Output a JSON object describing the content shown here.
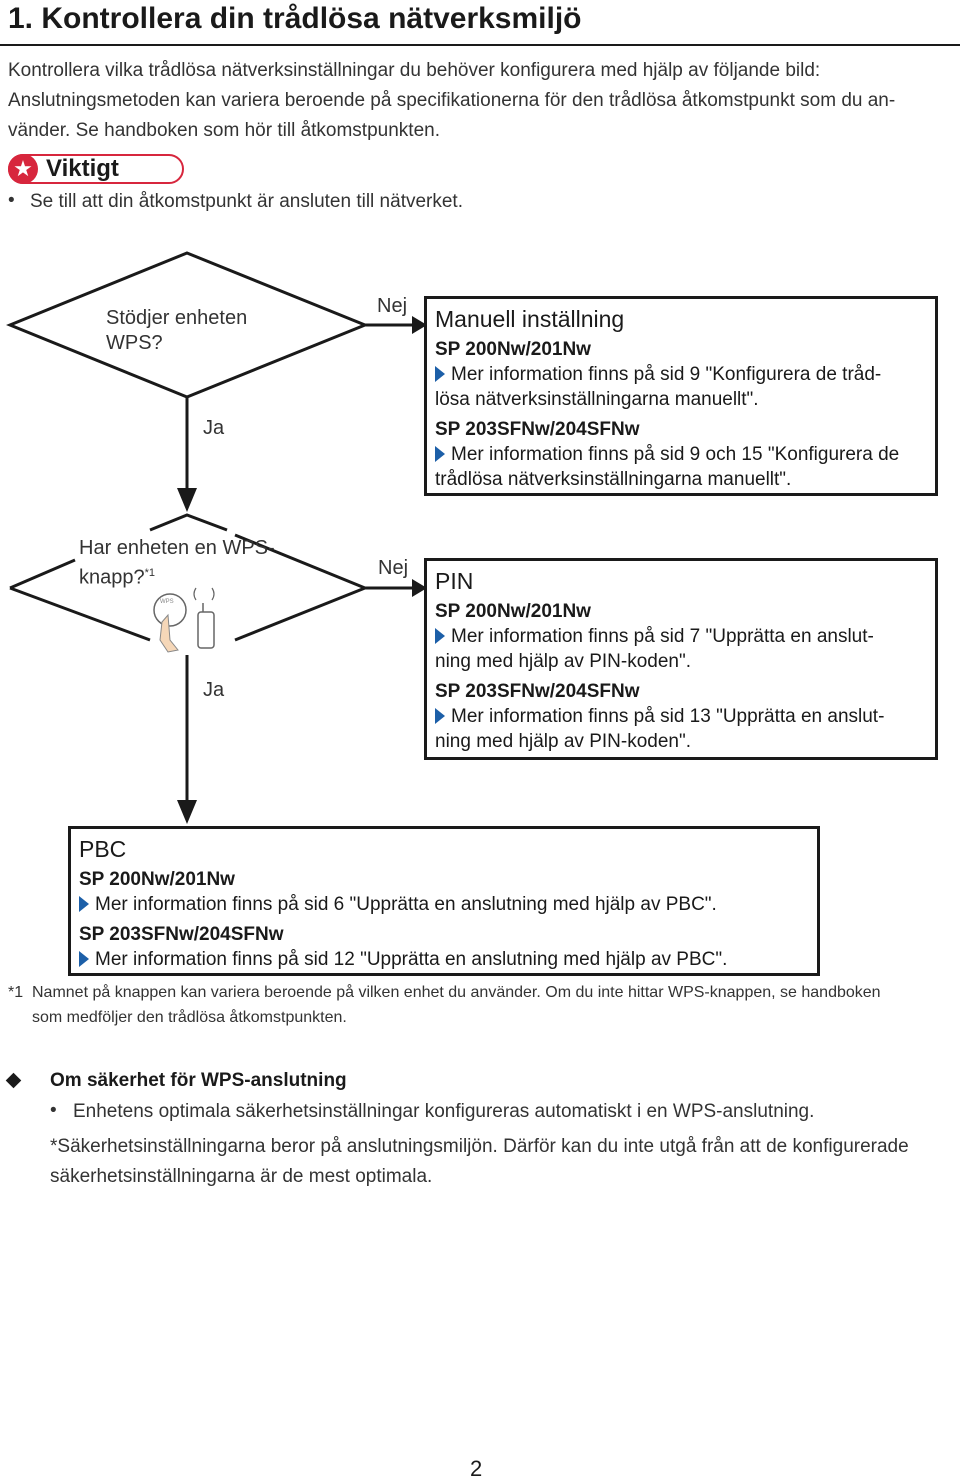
{
  "title": "1. Kontrollera din trådlösa nätverksmiljö",
  "intro": {
    "line1": "Kontrollera vilka trådlösa nätverksinställningar du behöver konfigurera med hjälp av följande bild:",
    "line2": "Anslutningsmetoden kan variera beroende på specifikationerna för den trådlösa åtkomstpunkt som du an-",
    "line3": "vänder. Se handboken som hör till åtkomstpunkten."
  },
  "important": {
    "label": "Viktigt",
    "icon": "star-icon",
    "bullet": "Se till att din åtkomstpunkt är ansluten till nätverket."
  },
  "flow": {
    "q1": {
      "line1": "Stödjer enheten",
      "line2": "WPS?",
      "yes": "Ja",
      "no": "Nej"
    },
    "q2": {
      "line1": "Har enheten en WPS-",
      "line2": "knapp?",
      "note_mark": "*1",
      "yes": "Ja",
      "no": "Nej",
      "button_label": "WPS"
    },
    "manual_box": {
      "heading": "Manuell inställning",
      "model1": "SP 200Nw/201Nw",
      "info1_line1": "Mer information finns på sid 9 \"Konfigurera de tråd-",
      "info1_line2": "lösa nätverksinställningarna manuellt\".",
      "model2": "SP 203SFNw/204SFNw",
      "info2_line1": "Mer information finns på sid 9 och 15 \"Konfigurera de",
      "info2_line2": "trådlösa nätverksinställningarna manuellt\"."
    },
    "pin_box": {
      "heading": "PIN",
      "model1": "SP 200Nw/201Nw",
      "info1_line1": "Mer information finns på sid 7 \"Upprätta en anslut-",
      "info1_line2": "ning med hjälp av PIN-koden\".",
      "model2": "SP 203SFNw/204SFNw",
      "info2_line1": "Mer information finns på sid 13 \"Upprätta en anslut-",
      "info2_line2": "ning med hjälp av PIN-koden\"."
    },
    "pbc_box": {
      "heading": "PBC",
      "model1": "SP 200Nw/201Nw",
      "info1": "Mer information finns på sid 6 \"Upprätta en anslutning med hjälp av PBC\".",
      "model2": "SP 203SFNw/204SFNw",
      "info2": "Mer information finns på sid 12 \"Upprätta en anslutning med hjälp av PBC\"."
    }
  },
  "footnote": {
    "mark": "*1",
    "line1": "Namnet på knappen kan variera beroende på vilken enhet du använder. Om du inte hittar WPS-knappen, se handboken",
    "line2": "som medföljer den trådlösa åtkomstpunkten."
  },
  "security": {
    "heading": "Om säkerhet för WPS-anslutning",
    "bullet": "Enhetens optimala säkerhetsinställningar konfigureras automatiskt i en WPS-anslutning.",
    "note_line1": "*Säkerhetsinställningarna beror på anslutningsmiljön. Därför kan du inte utgå från att de konfigurerade",
    "note_line2": "säkerhetsinställningarna är de mest optimala."
  },
  "page_number": "2",
  "colors": {
    "accent_red": "#d7263d",
    "arrow_blue": "#1c5fa8",
    "text": "#1a1a1a"
  }
}
